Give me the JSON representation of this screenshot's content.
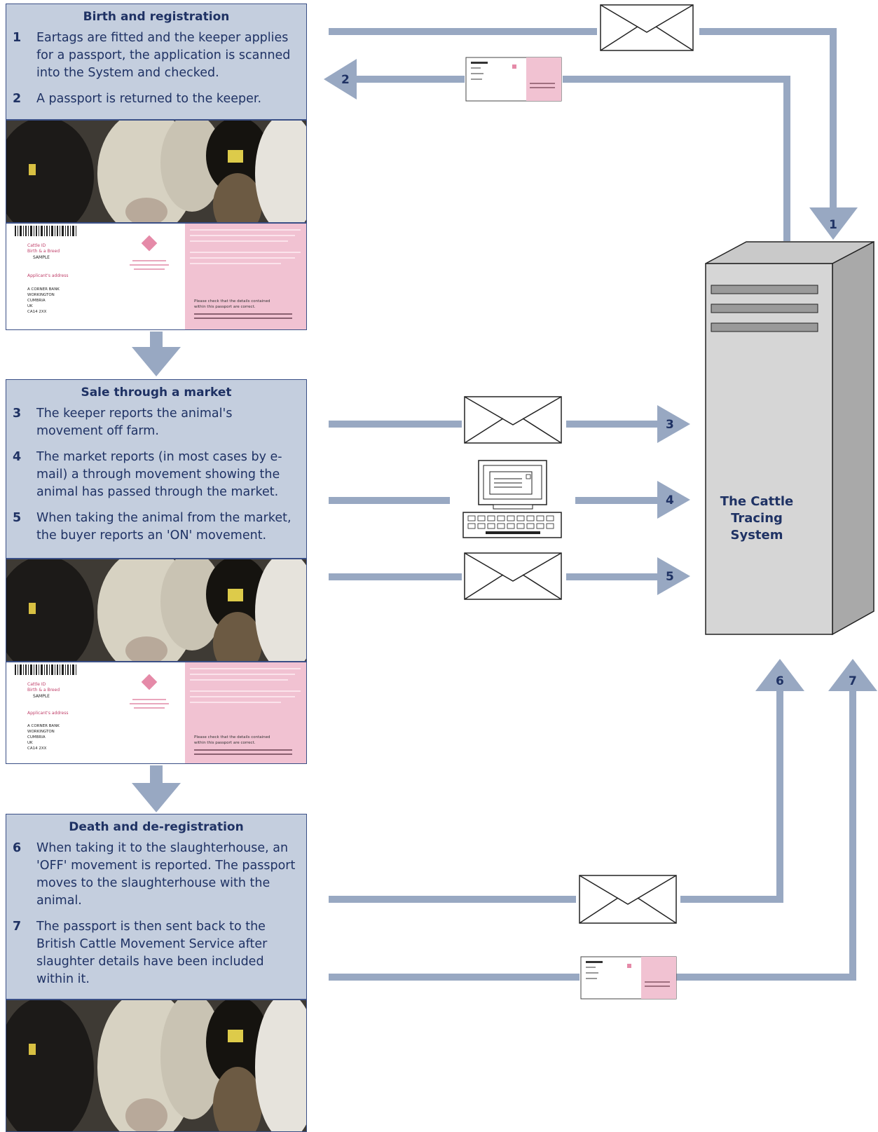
{
  "colors": {
    "panel_bg": "#c4cede",
    "panel_border": "#3a4f86",
    "text": "#1f3264",
    "arrow": "#98a8c2",
    "passport_pink": "#f1c2d2",
    "server_body": "#d6d6d6"
  },
  "panels": [
    {
      "title": "Birth and registration",
      "steps": [
        {
          "num": "1",
          "text": "Eartags are fitted and the keeper applies for a passport, the application is scanned into the System and checked."
        },
        {
          "num": "2",
          "text": "A passport is returned to the keeper."
        }
      ]
    },
    {
      "title": "Sale through a market",
      "steps": [
        {
          "num": "3",
          "text": "The keeper reports the animal's movement off farm."
        },
        {
          "num": "4",
          "text": "The market reports (in most cases by e-mail) a through movement showing the animal has passed through the market."
        },
        {
          "num": "5",
          "text": "When taking the animal from the market, the buyer reports an 'ON' movement."
        }
      ]
    },
    {
      "title": "Death and de-registration",
      "steps": [
        {
          "num": "6",
          "text": "When taking it to the slaughterhouse, an 'OFF' movement is reported. The passport moves to the slaughterhouse with the animal."
        },
        {
          "num": "7",
          "text": "The passport is then sent back to the British Cattle Movement Service after slaughter details have been included within it."
        }
      ]
    }
  ],
  "passport_sample": {
    "left_line1": "Cattle ID",
    "left_line2": "Birth & a Breed",
    "left_line3": "SAMPLE",
    "left_line4": "Applicant's address",
    "addr1": "A CORNER BANK",
    "addr2": "WORKINGTON",
    "addr3": "CUMBRIA",
    "addr4": "UK",
    "addr5": "CA14 2XX",
    "right_note1": "Please check that the details contained",
    "right_note2": "within this passport are correct."
  },
  "arrow_labels": [
    "1",
    "2",
    "3",
    "4",
    "5",
    "6",
    "7"
  ],
  "server": {
    "label_line1": "The Cattle",
    "label_line2": "Tracing System"
  },
  "icons": [
    "envelope-icon",
    "passport-icon",
    "computer-icon",
    "server-icon",
    "cattle-photo"
  ]
}
